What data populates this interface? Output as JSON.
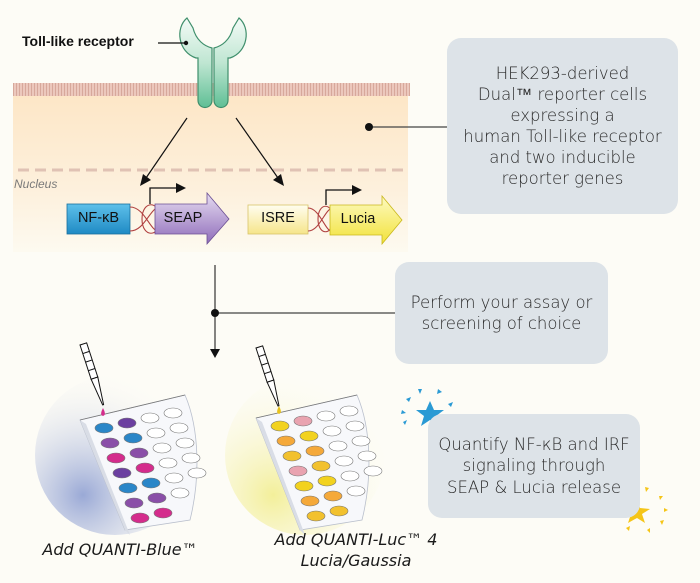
{
  "receptor": {
    "label": "Toll-like receptor"
  },
  "cell": {
    "nucleus_label": "Nucleus"
  },
  "constructs": [
    {
      "promoter": "NF-κB",
      "reporter": "SEAP",
      "promoter_color": "#2a9ad4",
      "reporter_color": "#9b7bc1"
    },
    {
      "promoter": "ISRE",
      "reporter": "Lucia",
      "promoter_color": "#fbf3c2",
      "reporter_color": "#f6e94a"
    }
  ],
  "boxes": {
    "cells": [
      "HEK293-derived",
      "Dual™ reporter cells",
      "expressing a",
      "human Toll-like receptor",
      "and two inducible",
      "reporter genes"
    ],
    "assay": [
      "Perform your assay or",
      "screening of choice"
    ],
    "quantify": [
      "Quantify NF-κB and IRF",
      "signaling through",
      "SEAP & Lucia release"
    ]
  },
  "plates": [
    {
      "caption": [
        "Add QUANTI-Blue™"
      ],
      "accent": "#2a9ad4"
    },
    {
      "caption": [
        "Add QUANTI-Luc™ 4",
        "Lucia/Gaussia"
      ],
      "accent": "#f5c518"
    }
  ],
  "colors": {
    "membrane": "#e4b9ae",
    "cytoplasm": "#fde9cc",
    "receptor": "#5fbf95",
    "box_bg": "#dde3e8",
    "star_blue": "#2a9ad4",
    "star_yellow": "#f5c518"
  }
}
